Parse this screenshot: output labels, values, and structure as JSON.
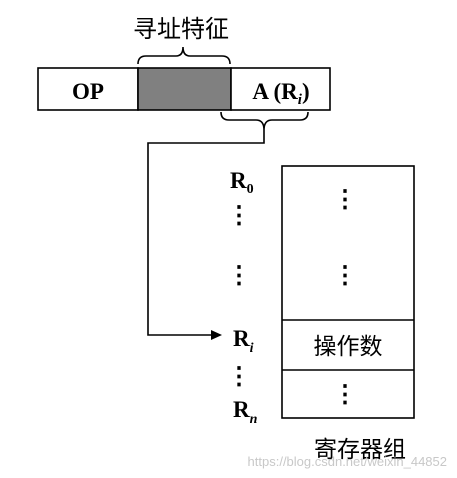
{
  "heading": "寻址特征",
  "instruction": {
    "op_label": "OP",
    "a_prefix": "A (R",
    "a_sub": "i",
    "a_suffix": ")"
  },
  "registers": {
    "r0_main": "R",
    "r0_sub": "0",
    "ri_main": "R",
    "ri_sub": "i",
    "rn_main": "R",
    "rn_sub": "n",
    "dots": "⋮"
  },
  "register_file": {
    "operand_label": "操作数",
    "caption": "寄存器组",
    "dots": "⋮"
  },
  "colors": {
    "line": "#000000",
    "shaded_field": "#808080",
    "watermark": "#c8c8c8"
  },
  "watermark": "https://blog.csdn.net/weixin_44852"
}
